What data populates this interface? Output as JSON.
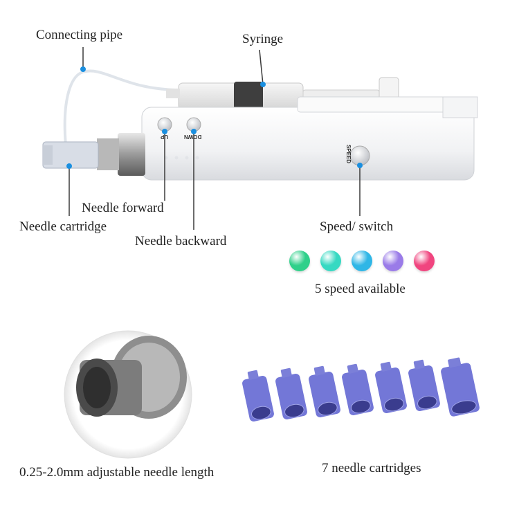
{
  "labels": {
    "connecting_pipe": "Connecting pipe",
    "syringe": "Syringe",
    "needle_forward": "Needle forward",
    "needle_cartridge": "Needle cartridge",
    "needle_backward": "Needle backward",
    "speed_switch": "Speed/ switch",
    "speed_available": "5 speed available",
    "needle_length": "0.25-2.0mm adjustable needle length",
    "needle_cartridges": "7 needle cartridges"
  },
  "device": {
    "up_label": "UP",
    "down_label": "DOWN",
    "speed_label": "SPEED"
  },
  "speed_colors": [
    "#2fd08a",
    "#36d9c2",
    "#2fb6e6",
    "#9a7be8",
    "#f0457f"
  ],
  "accent_color": "#1a8fe0",
  "cartridge_color": "#5a5fd0"
}
